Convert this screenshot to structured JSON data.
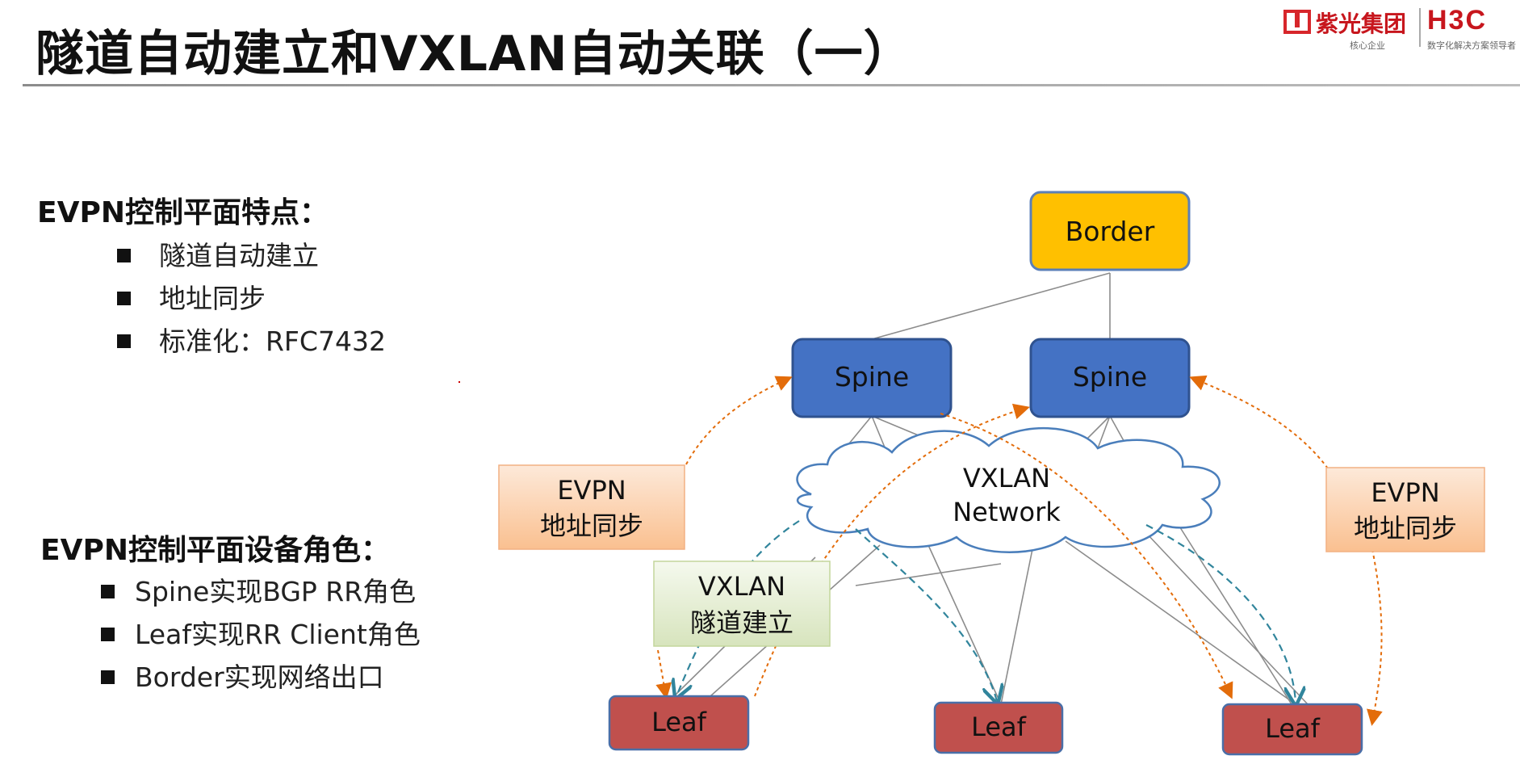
{
  "slide": {
    "title": "隧道自动建立和VXLAN自动关联（一）"
  },
  "logo": {
    "brand": "紫光集团",
    "brand_sub": "核心企业",
    "h3c": "H3C",
    "h3c_sub": "数字化解决方案领导者"
  },
  "section1": {
    "heading": "EVPN控制平面特点：",
    "items": [
      "隧道自动建立",
      "地址同步",
      "标准化：RFC7432"
    ]
  },
  "section2": {
    "heading": "EVPN控制平面设备角色：",
    "items": [
      "Spine实现BGP RR角色",
      "Leaf实现RR Client角色",
      "Border实现网络出口"
    ]
  },
  "diagram": {
    "border": "Border",
    "spine_left": "Spine",
    "spine_right": "Spine",
    "cloud_line1": "VXLAN",
    "cloud_line2": "Network",
    "evpn_left_line1": "EVPN",
    "evpn_left_line2": "地址同步",
    "evpn_right_line1": "EVPN",
    "evpn_right_line2": "地址同步",
    "tunnel_line1": "VXLAN",
    "tunnel_line2": "隧道建立",
    "leaf_left": "Leaf",
    "leaf_mid": "Leaf",
    "leaf_right": "Leaf",
    "colors": {
      "border_fill": "#ffc000",
      "spine_fill": "#4472c4",
      "leaf_fill": "#c0504d",
      "evpn_box": "#fbd4b4",
      "tunnel_box": "#ebf1dd",
      "orange_arrow": "#e36c0a",
      "green_arrow": "#31859c"
    }
  }
}
